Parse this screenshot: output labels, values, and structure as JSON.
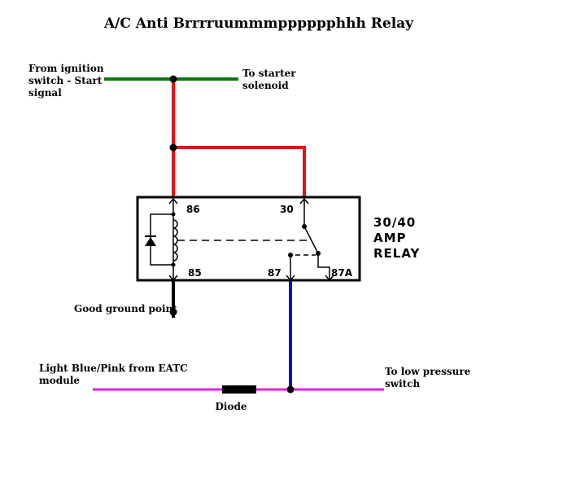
{
  "title": "A/C Anti Brrrruummmpppppphhh Relay",
  "labels": {
    "ignition": [
      "From ignition",
      "switch - Start",
      "signal"
    ],
    "starter": [
      "To starter",
      "solenoid"
    ],
    "ground": "Good ground point",
    "eatc": [
      "Light Blue/Pink from EATC",
      "module"
    ],
    "low_pressure": [
      "To low pressure",
      "switch"
    ],
    "diode": "Diode"
  },
  "relay": {
    "rating": [
      "30/40",
      "AMP",
      "RELAY"
    ],
    "pins": {
      "p86": "86",
      "p85": "85",
      "p30": "30",
      "p87": "87",
      "p87a": "87A"
    }
  },
  "colors": {
    "green_wire": "#0a7a0a",
    "red_wire": "#e01414",
    "blue_wire": "#1010c0",
    "magenta_wire": "#e61ee6",
    "black_wire": "#000000"
  }
}
